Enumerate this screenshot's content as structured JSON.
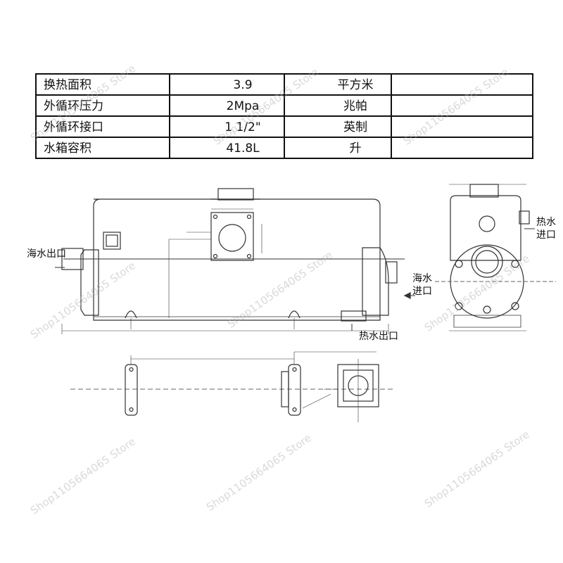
{
  "spec_table": {
    "rows": [
      {
        "name": "换热面积",
        "value": "3.9",
        "unit": "平方米"
      },
      {
        "name": "外循环压力",
        "value": "2Mpa",
        "unit": "兆帕"
      },
      {
        "name": "外循环接口",
        "value": "1 1/2\"",
        "unit": "英制"
      },
      {
        "name": "水箱容积",
        "value": "41.8L",
        "unit": "升"
      }
    ]
  },
  "labels": {
    "seawater_outlet": "海水出口",
    "seawater_inlet_1": "海水",
    "seawater_inlet_2": "进口",
    "hot_water_outlet": "热水出口",
    "hot_water_inlet_1": "热水",
    "hot_water_inlet_2": "进口"
  },
  "watermark": "Shop1105664065 Store",
  "colors": {
    "line": "#333333",
    "table_line": "#111111",
    "watermark": "#aaaaaf"
  }
}
